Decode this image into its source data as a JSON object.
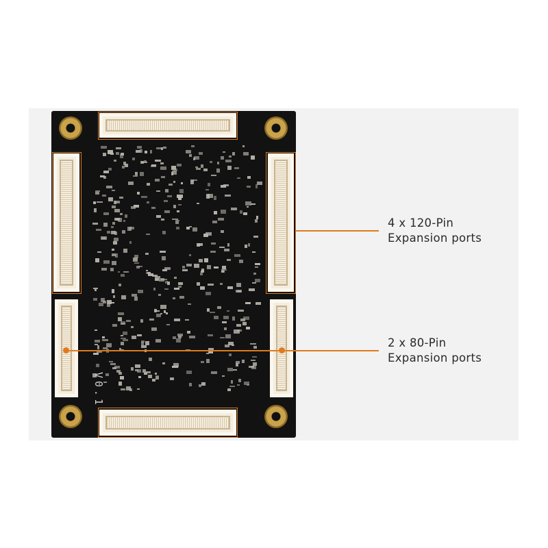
{
  "board": {
    "version": "V0.1"
  },
  "callouts": [
    {
      "line1": "4 x 120-Pin",
      "line2": "Expansion ports"
    },
    {
      "line1": "2 x 80-Pin",
      "line2": "Expansion ports"
    }
  ],
  "colors": {
    "accent": "#e07a1c",
    "panel": "#f2f2f2",
    "board": "#121212"
  }
}
